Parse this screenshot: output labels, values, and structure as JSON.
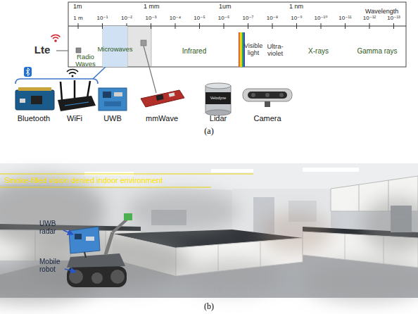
{
  "diagram": {
    "nodes": [
      {
        "text": [
          "Radio Waves"
        ]
      },
      {
        "text": [
          "Microwaves"
        ]
      },
      {
        "text": [
          "Infrared"
        ]
      },
      {
        "text": [
          "Visible light"
        ]
      },
      {
        "text": [
          "Ultra-violet"
        ]
      },
      {
        "text": [
          "X-rays"
        ]
      },
      {
        "text": [
          "Gamma rays"
        ]
      },
      {
        "text": [
          "Lte"
        ]
      }
    ],
    "edges": [
      {
        "from": 7,
        "to": 0,
        "arrow": "none"
      }
    ],
    "labels": [
      "1m",
      "1 mm",
      "1um",
      "1 nm",
      "Wavelength",
      "1 m",
      "10⁻¹",
      "10⁻²",
      "10⁻³",
      "10⁻⁴",
      "10⁻⁵",
      "10⁻⁶",
      "10⁻⁷",
      "10⁻⁸",
      "10⁻⁹",
      "10⁻¹⁰",
      "10⁻¹¹",
      "10⁻¹²",
      "10⁻¹³",
      "Bluetooth",
      "WiFi",
      "UWB",
      "mmWave",
      "Velodyne",
      "Lidar",
      "Camera",
      "(a)",
      "Smoke-filled vision denied indoor environment",
      "UWB radar",
      "Mobile robot",
      "(b)"
    ]
  }
}
